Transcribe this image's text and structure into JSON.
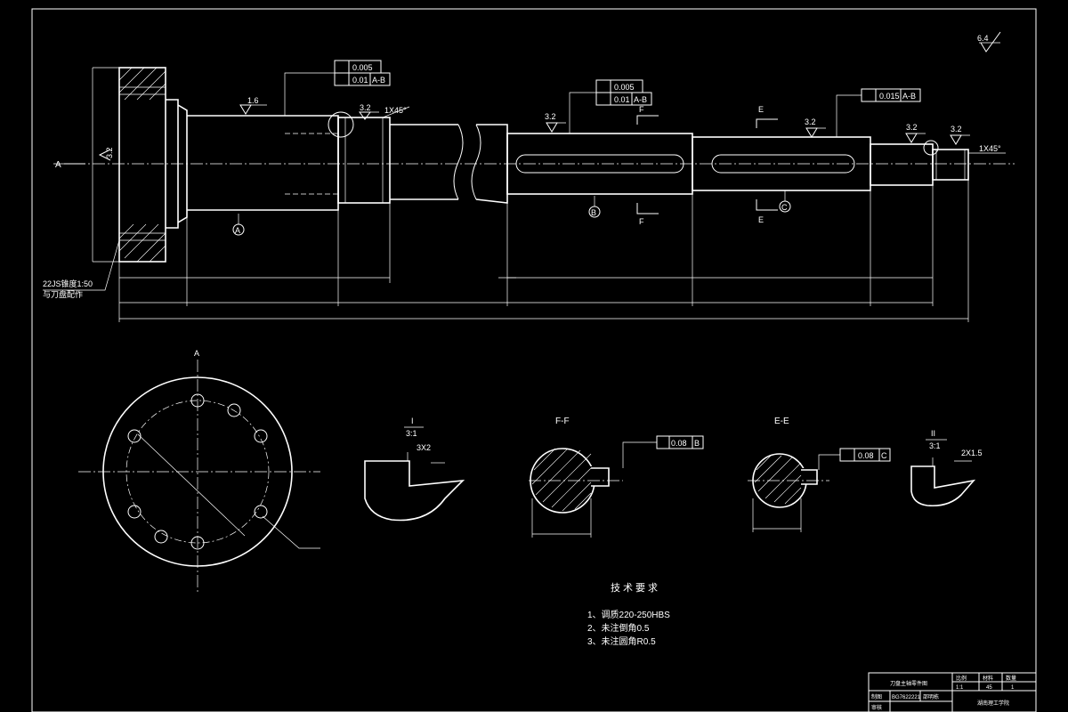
{
  "roughness": {
    "global": "6.4",
    "s1": "1.6",
    "s2": "3.2",
    "s3": "3.2",
    "s4": "3.2",
    "s5": "3.2",
    "s6": "3.2",
    "s7": "3.2"
  },
  "tolerance": {
    "f1_val": "0.005",
    "f2_val": "0.01",
    "f2_ref": "A-B",
    "f3_val": "0.005",
    "f4_val": "0.01",
    "f4_ref": "A-B",
    "f5_val": "0.015",
    "f5_ref": "A-B",
    "f6_val": "0.08",
    "f6_ref": "B",
    "f7_val": "0.08",
    "f7_ref": "C"
  },
  "annotations": {
    "chamfer_top": "1X45°",
    "chamfer_right": "1X45°",
    "taper_line1": "22JS锥度1:50",
    "taper_line2": "与刀盘配作",
    "view_a": "A",
    "view_a_left": "A",
    "datum_a": "A",
    "datum_b": "B",
    "datum_c": "C",
    "sect_f_top": "F",
    "sect_f_bot": "F",
    "sect_e_top": "E",
    "sect_e_bot": "E",
    "ff_title": "F-F",
    "ee_title": "E-E",
    "detail1_id": "I",
    "detail1_scale": "3:1",
    "detail1_note": "3X2",
    "detail2_id": "II",
    "detail2_scale": "3:1",
    "detail2_note": "2X1.5"
  },
  "tech_requirements": {
    "title": "技术要求",
    "items": [
      "1、调质220-250HBS",
      "2、未注倒角0.5",
      "3、未注圆角R0.5"
    ]
  },
  "title_block": {
    "drawing_name": "刀盘主轴零件图",
    "scale_label": "比例",
    "scale_value": "1:1",
    "material_label": "材料",
    "material_value": "45",
    "quantity_label": "数量",
    "quantity_value": "1",
    "drawn_by_label": "制图",
    "student_id": "BG7622221",
    "designer": "邵明栋",
    "reviewer_label": "审核",
    "school": "湖南理工学院"
  }
}
